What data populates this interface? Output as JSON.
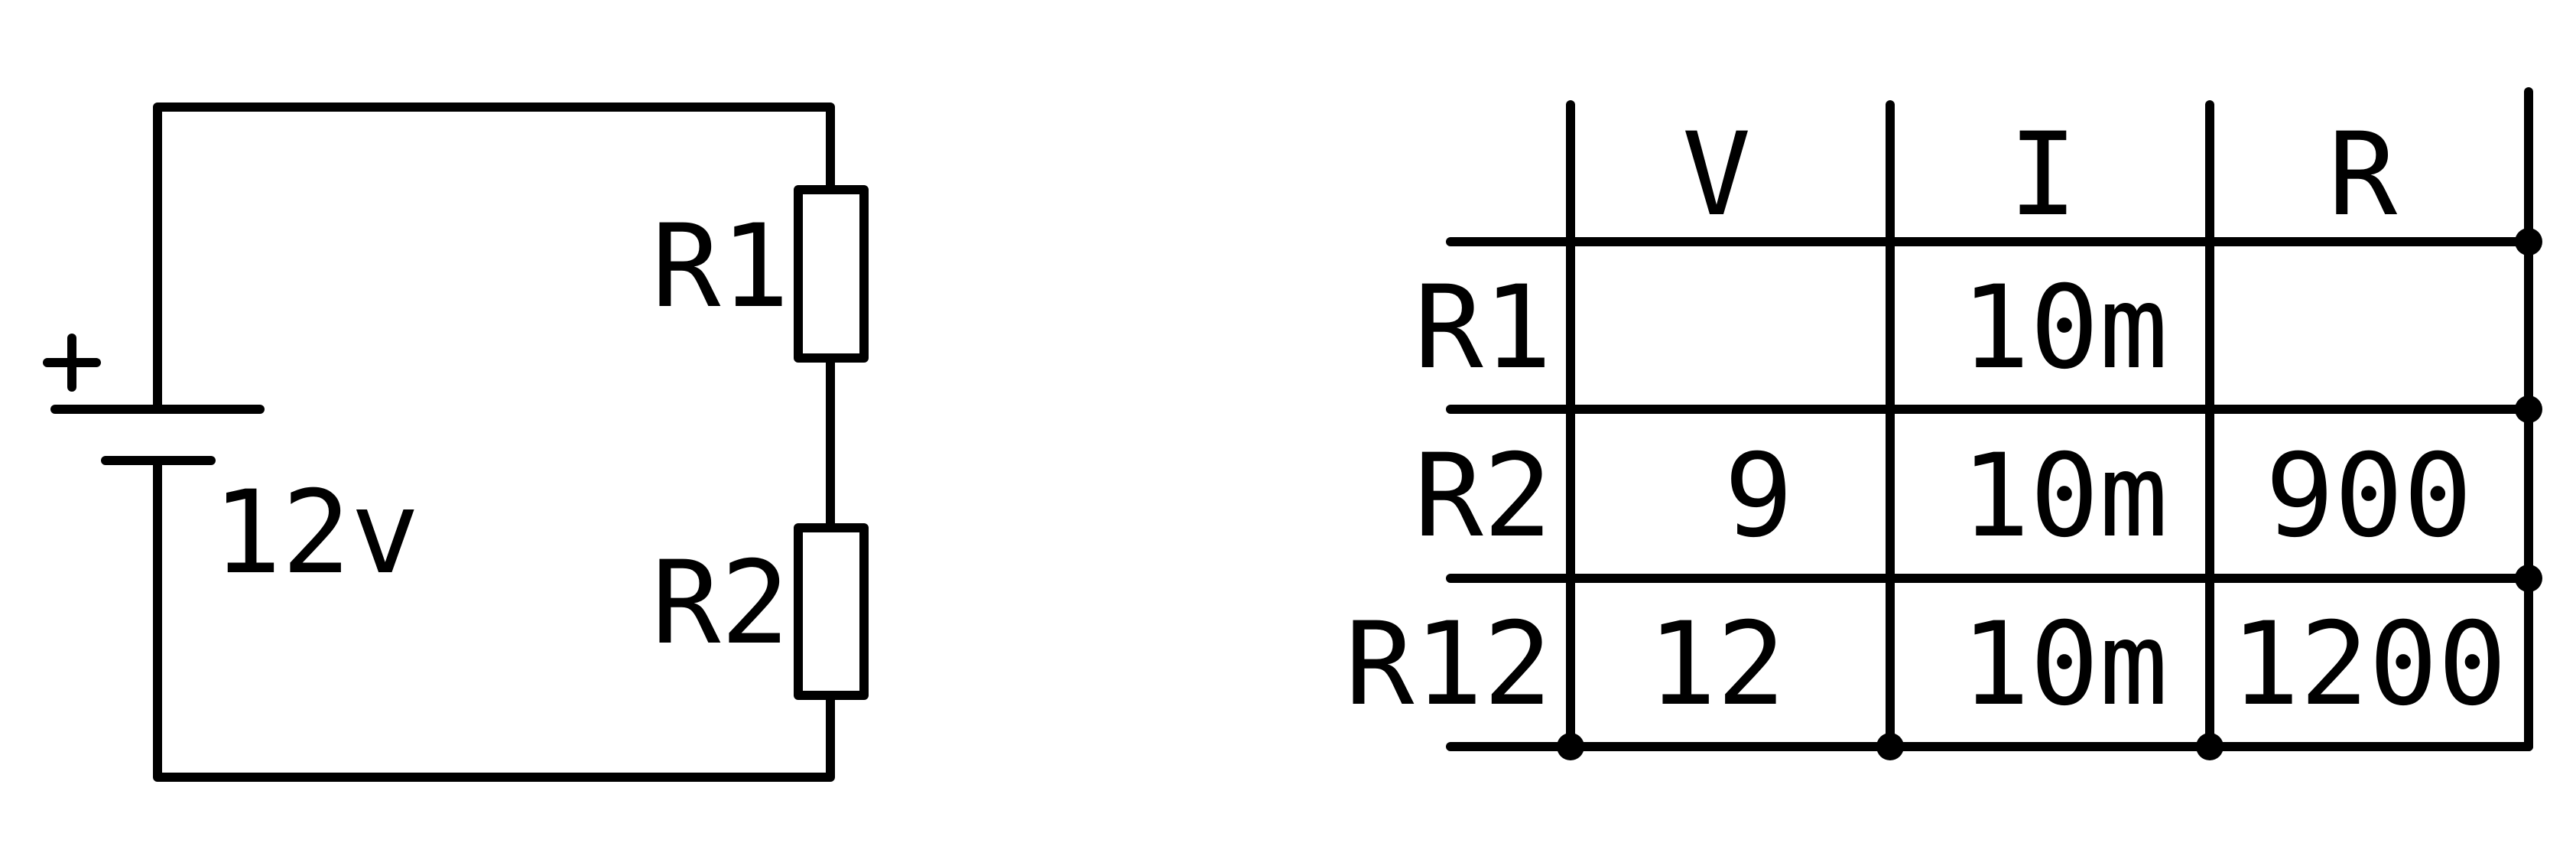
{
  "circuit": {
    "battery": {
      "polarity_label": "+",
      "voltage_label": "12v"
    },
    "resistors": [
      {
        "label": "R1"
      },
      {
        "label": "R2"
      }
    ]
  },
  "table": {
    "columns": [
      "V",
      "I",
      "R"
    ],
    "rows": [
      {
        "label": "R1",
        "cells": [
          "",
          "10m",
          ""
        ]
      },
      {
        "label": "R2",
        "cells": [
          "9",
          "10m",
          "900"
        ]
      },
      {
        "label": "R12",
        "cells": [
          "12",
          "10m",
          "1200"
        ]
      }
    ]
  }
}
